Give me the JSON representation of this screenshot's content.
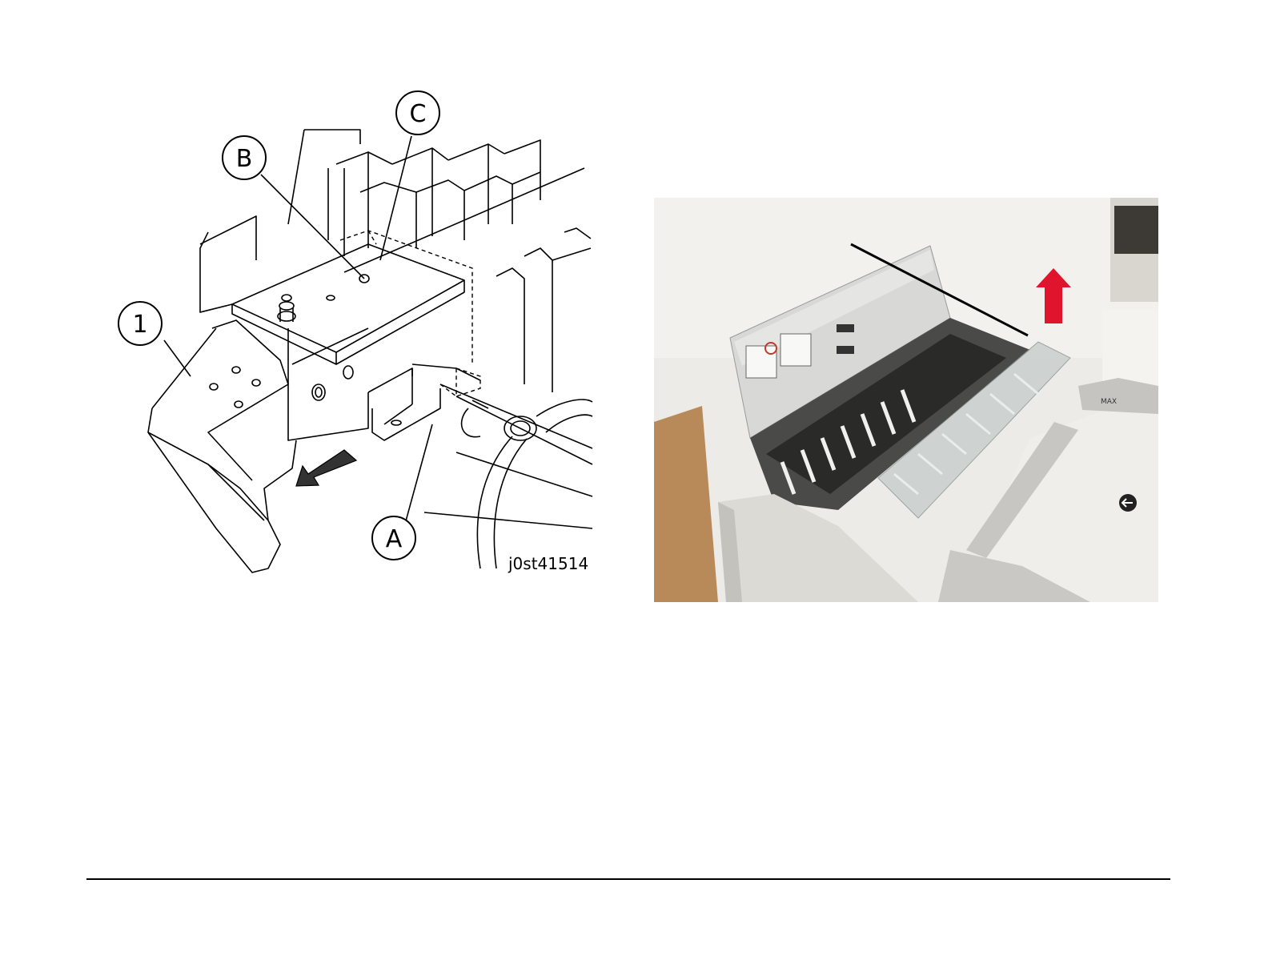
{
  "figure_left": {
    "callouts": {
      "c": "C",
      "b": "B",
      "one": "1",
      "a": "A"
    },
    "figure_id": "j0st41514"
  },
  "figure_right": {
    "label_max": "MAX"
  }
}
